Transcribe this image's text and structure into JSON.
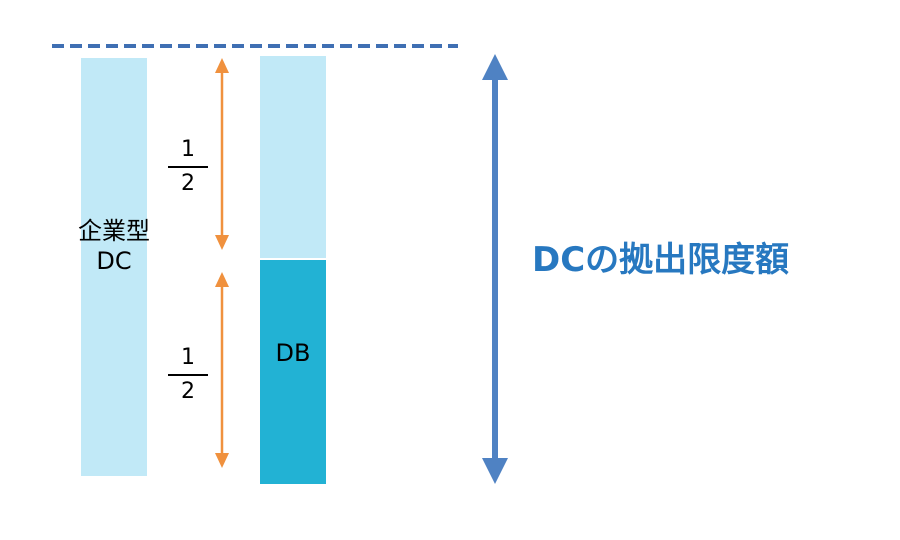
{
  "labels": {
    "corporate_dc": "企業型\nDC",
    "corporate_dc_line1": "企業型",
    "corporate_dc_line2": "DC",
    "db": "DB",
    "dc_limit": "DCの拠出限度額"
  },
  "fractions": [
    {
      "numerator": "1",
      "denominator": "2"
    },
    {
      "numerator": "1",
      "denominator": "2"
    }
  ],
  "colors": {
    "bar_light": "#c1e9f7",
    "bar_dark": "#22b2d4",
    "dashed_line": "#3f6fb3",
    "orange_arrow": "#f0913e",
    "blue_arrow": "#4f82c3",
    "limit_text": "#2778c0"
  }
}
